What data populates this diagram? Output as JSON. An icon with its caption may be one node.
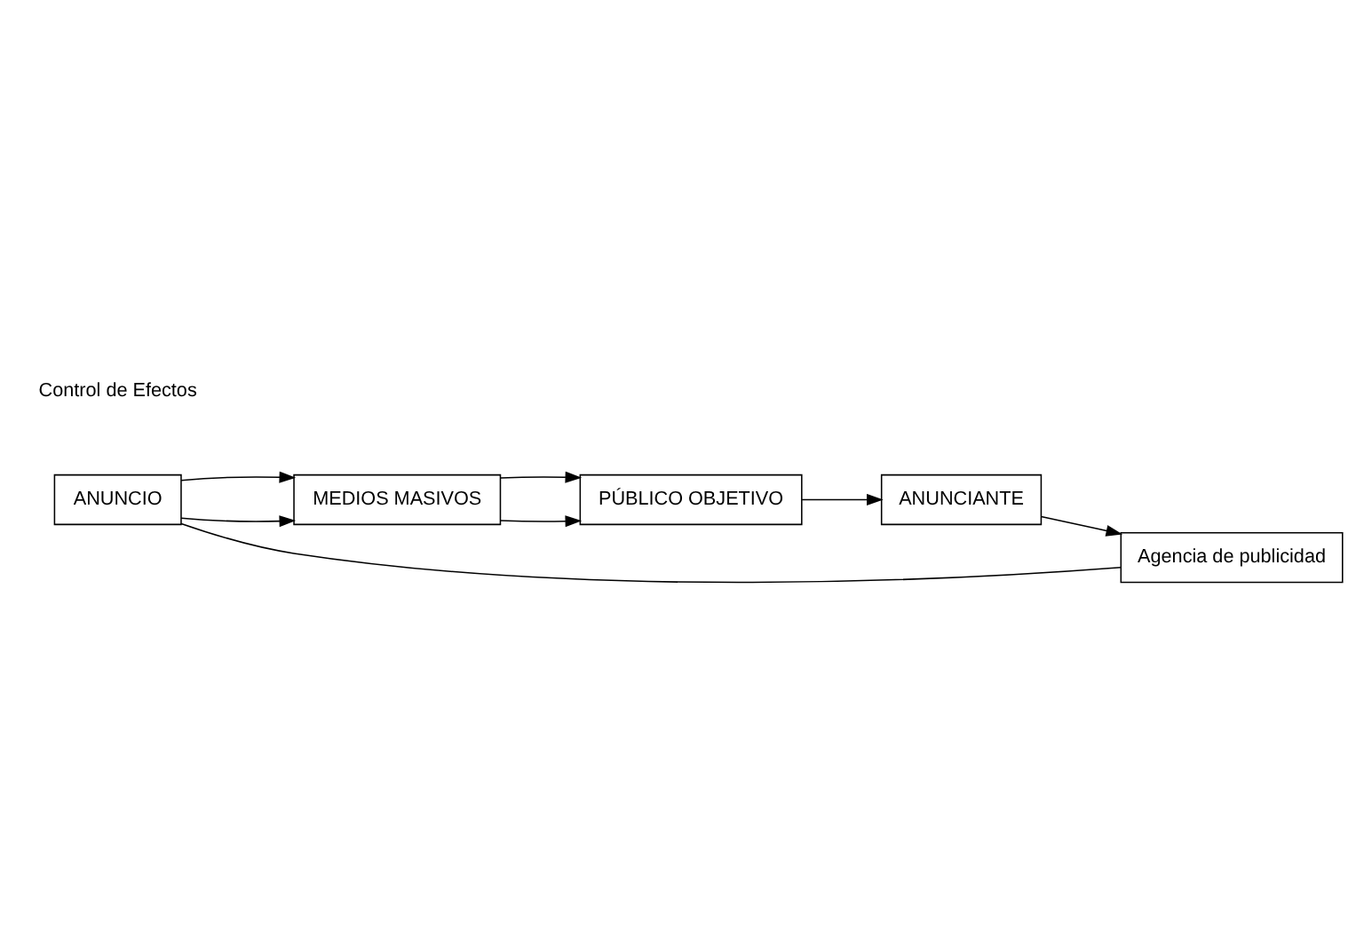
{
  "diagram": {
    "nodes": [
      {
        "text": [
          "ANUNCIO"
        ]
      },
      {
        "text": [
          "MEDIOS MASIVOS"
        ]
      },
      {
        "text": [
          "Agencia de publicidad"
        ]
      },
      {
        "text": [
          "ANUNCIANTE"
        ]
      },
      {
        "text": [
          "PÚBLICO OBJETIVO"
        ]
      }
    ],
    "edges": [
      {
        "from": 2,
        "to": 0,
        "arrow": "none"
      },
      {
        "from": 0,
        "to": 1,
        "arrow": "to"
      },
      {
        "from": 0,
        "to": 1,
        "arrow": "to"
      },
      {
        "from": 1,
        "to": 4,
        "arrow": "to"
      },
      {
        "from": 1,
        "to": 4,
        "arrow": "to"
      },
      {
        "from": 4,
        "to": 3,
        "arrow": "to"
      },
      {
        "from": 3,
        "to": 2,
        "arrow": "to"
      }
    ],
    "labels": [
      "Control de Efectos"
    ]
  }
}
